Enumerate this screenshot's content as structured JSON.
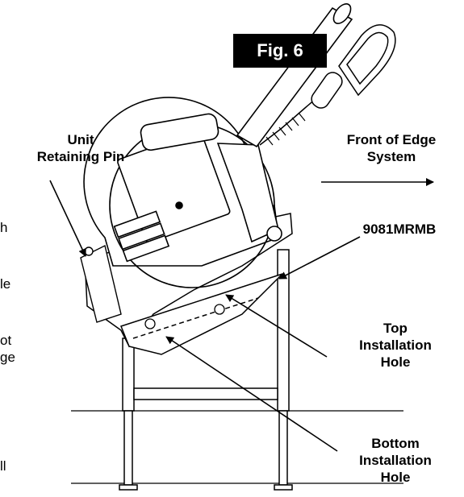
{
  "figure": {
    "label": "Fig. 6"
  },
  "labels": {
    "unit_retaining_pin": [
      "Unit",
      "Retaining Pin"
    ],
    "front_of_edge_system": [
      "Front of Edge",
      "System"
    ],
    "model": "9081MRMB",
    "top_installation_hole": [
      "Top",
      "Installation",
      "Hole"
    ],
    "bottom_installation_hole": [
      "Bottom",
      "Installation",
      "Hole"
    ]
  },
  "cut_off_text": [
    "h",
    "le",
    "ot",
    "ge",
    "ll"
  ],
  "colors": {
    "ink": "#000000",
    "background": "#ffffff",
    "fill_light": "#ffffff"
  }
}
